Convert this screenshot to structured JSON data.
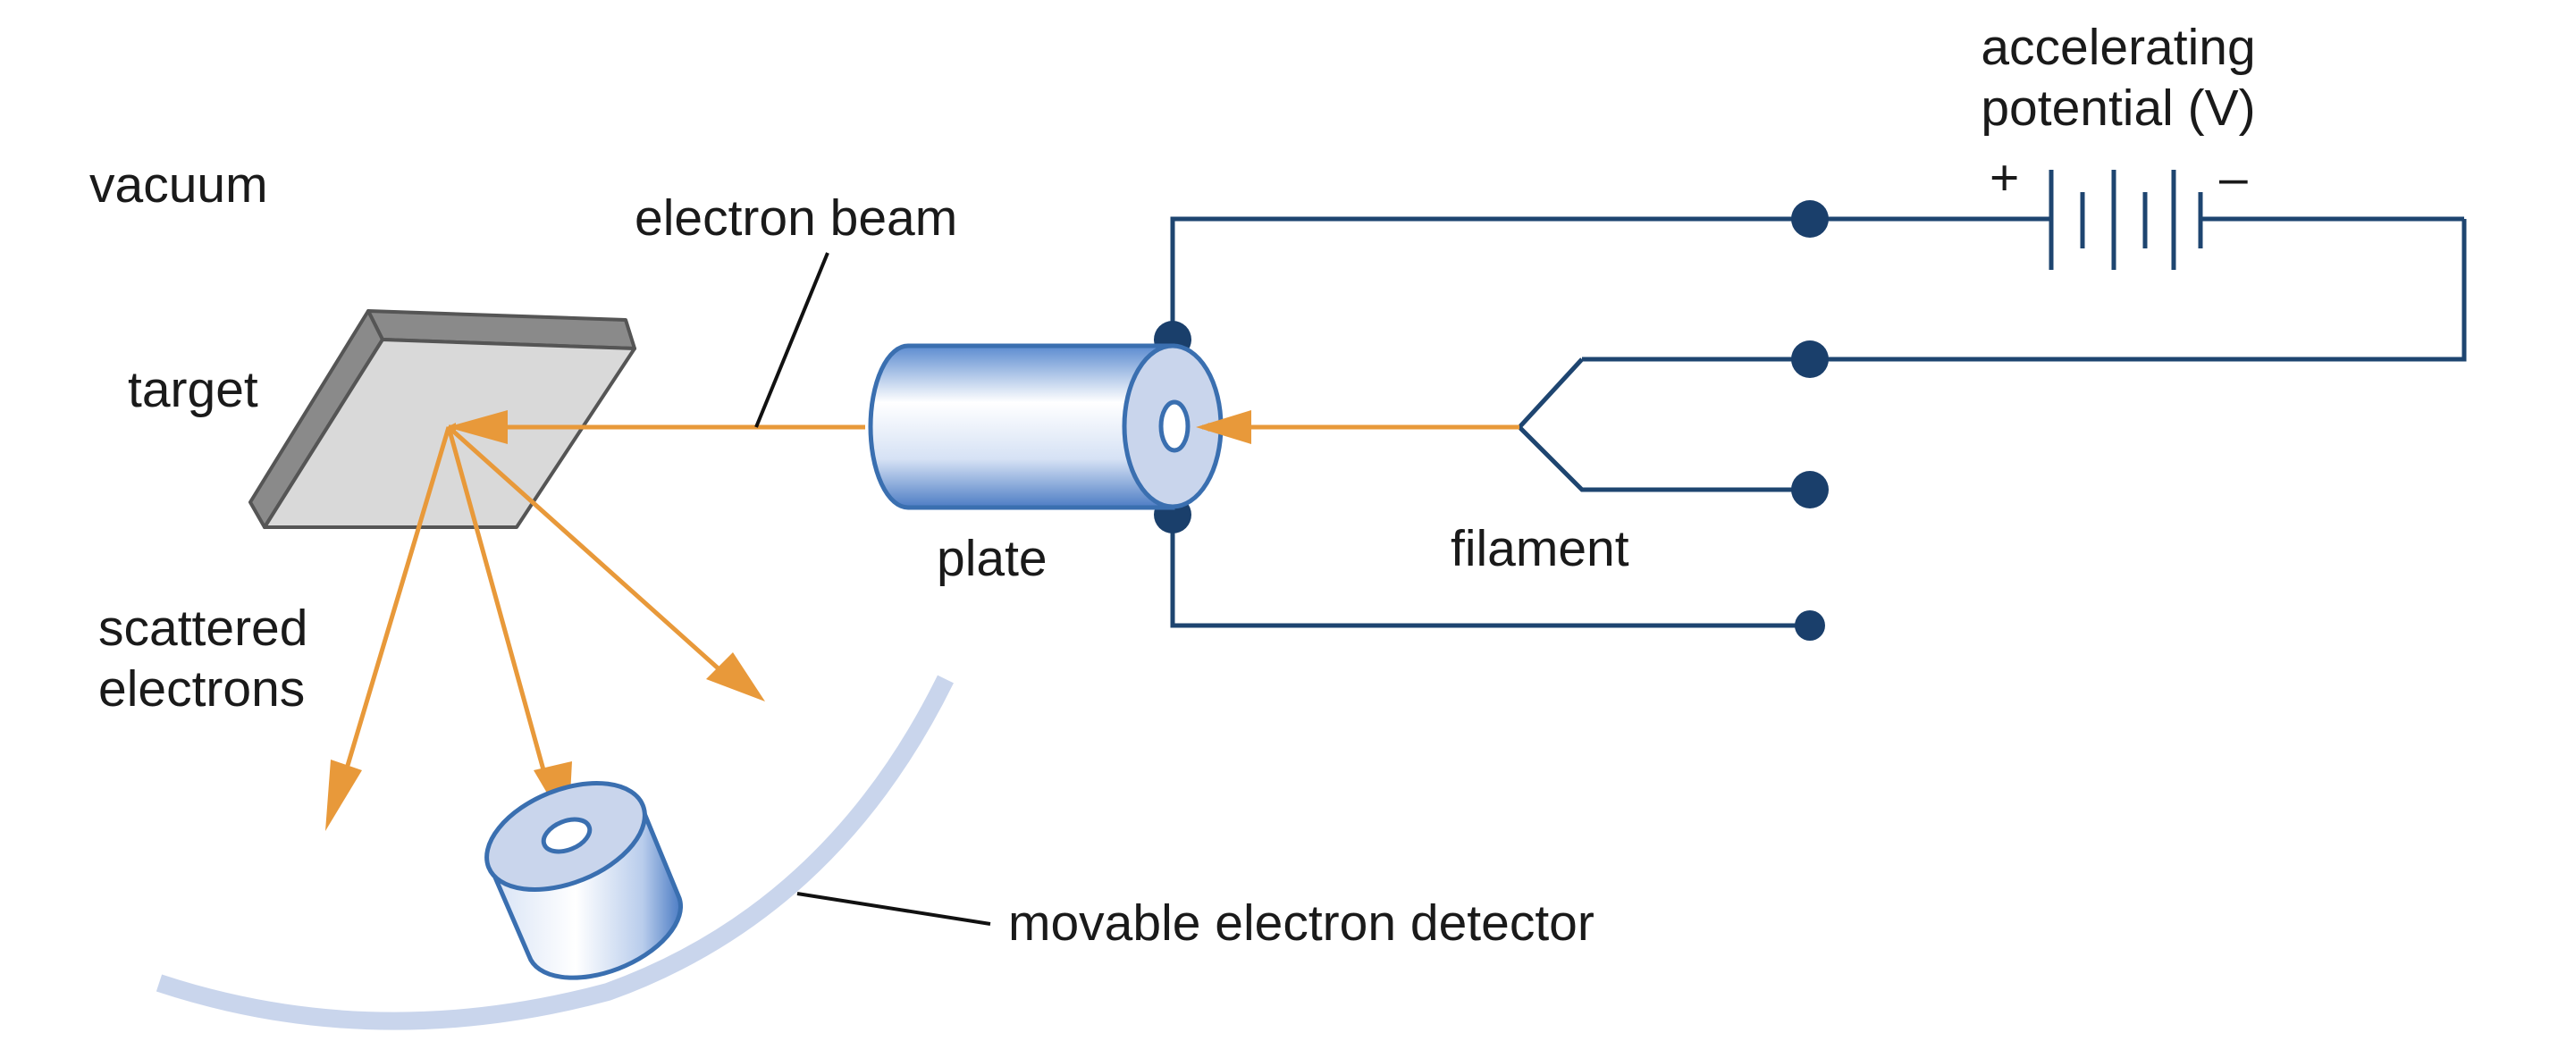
{
  "labels": {
    "vacuum": "vacuum",
    "electron_beam": "electron beam",
    "target": "target",
    "plate": "plate",
    "filament": "filament",
    "scattered_line1": "scattered",
    "scattered_line2": "electrons",
    "detector": "movable electron detector",
    "potential_line1": "accelerating",
    "potential_line2": "potential (V)",
    "plus": "+",
    "minus": "–"
  },
  "colors": {
    "beam": "#e8993a",
    "wire": "#1e4570",
    "arc": "#c9d5ec",
    "target_face": "#d9d9d9",
    "target_edge": "#8a8a8a",
    "cylinder_stroke": "#3a6fb0"
  }
}
